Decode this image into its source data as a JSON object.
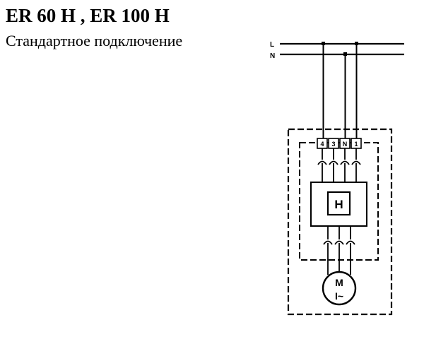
{
  "header": {
    "title": "ER 60 H , ER 100 H",
    "subtitle": "Стандартное подключение"
  },
  "diagram": {
    "bus_lines": [
      "L",
      "N"
    ],
    "terminals": [
      "4",
      "3",
      "N",
      "1"
    ],
    "module_label": "H",
    "motor": {
      "label_top": "M",
      "label_bottom": "I~"
    }
  }
}
